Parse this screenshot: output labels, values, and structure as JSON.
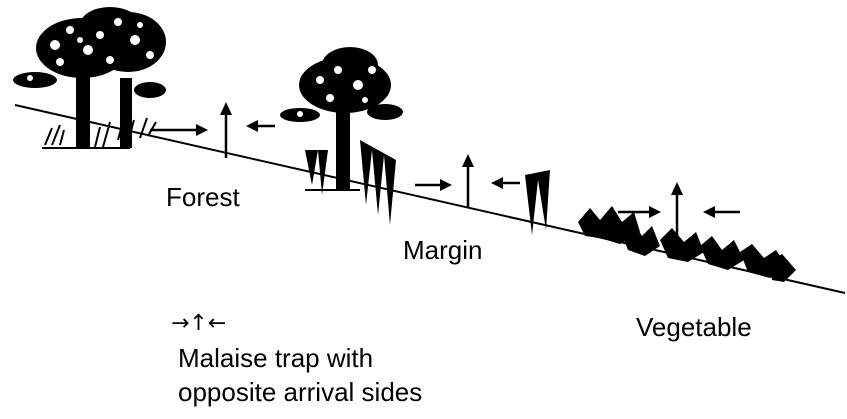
{
  "labels": {
    "forest": "Forest",
    "margin": "Margin",
    "vegetable": "Vegetable"
  },
  "legend": {
    "symbol": "→↑←",
    "line1": "Malaise trap with",
    "line2": "opposite arrival sides"
  },
  "colors": {
    "ink": "#000000",
    "background": "#ffffff"
  },
  "icons": [
    "tree-icon",
    "shrub-icon",
    "grass-icon",
    "vegetable-plant-icon",
    "arrow-icon"
  ]
}
